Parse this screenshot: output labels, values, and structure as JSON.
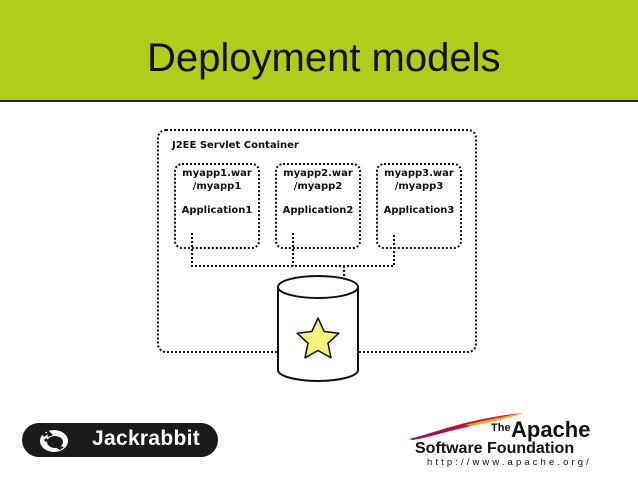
{
  "slide": {
    "title": "Deployment models",
    "accent_color": "#b2cc1a"
  },
  "diagram": {
    "container_label": "J2EE Servlet Container",
    "apps": [
      {
        "war": "myapp1.war",
        "path": "/myapp1",
        "name": "Application1"
      },
      {
        "war": "myapp2.war",
        "path": "/myapp2",
        "name": "Application2"
      },
      {
        "war": "myapp3.war",
        "path": "/myapp3",
        "name": "Application3"
      }
    ],
    "repository_icon": "database-cylinder-with-star",
    "star_color": "#f4f47a"
  },
  "logos": {
    "jackrabbit": {
      "text": "Jackrabbit",
      "icon": "rabbit-icon"
    },
    "apache": {
      "the": "The",
      "apache": "Apache",
      "foundation": "Software Foundation",
      "url": "http://www.apache.org/",
      "icon": "feather-icon"
    }
  }
}
